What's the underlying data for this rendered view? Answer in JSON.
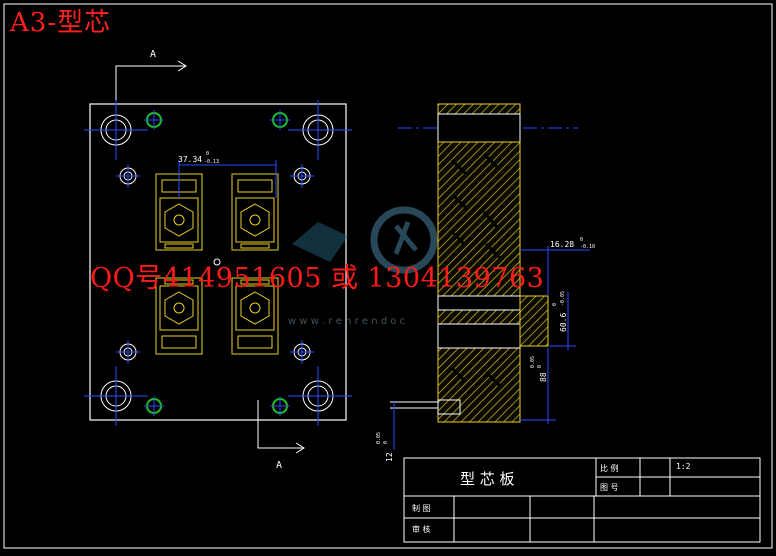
{
  "drawing": {
    "corner_title": "A3-型芯",
    "section_label_top": "A",
    "section_label_bottom": "A",
    "dim_width": "37.34",
    "dim_width_tol_upper": "0",
    "dim_width_tol_lower": "-0.13",
    "dim_16": "16.28",
    "dim_16_tol_upper": "0",
    "dim_16_tol_lower": "-0.10",
    "dim_60": "60.6",
    "dim_60_tol_upper": "0",
    "dim_60_tol_lower": "-0.05",
    "dim_88": "88",
    "dim_88_tol_upper": "0.05",
    "dim_88_tol_lower": "0",
    "dim_12": "12",
    "dim_12_tol_upper": "0.05",
    "dim_12_tol_lower": "0",
    "watermark_url": "w w w . r e n r e n d o c",
    "contact_overlay": "QQ号414951605 或 1304139763"
  },
  "title_block": {
    "part_name": "型 芯 板",
    "scale_label": "比 例",
    "scale_value": "1:2",
    "drawing_no_label": "图 号",
    "drawn_by_label": "制 图",
    "checked_by_label": "审 核"
  },
  "colors": {
    "background": "#000000",
    "outline": "#ffffff",
    "dimension": "#2a4bff",
    "part": "#e8d020",
    "hole_green": "#20c020",
    "overlay_red": "#ff1a1a"
  }
}
